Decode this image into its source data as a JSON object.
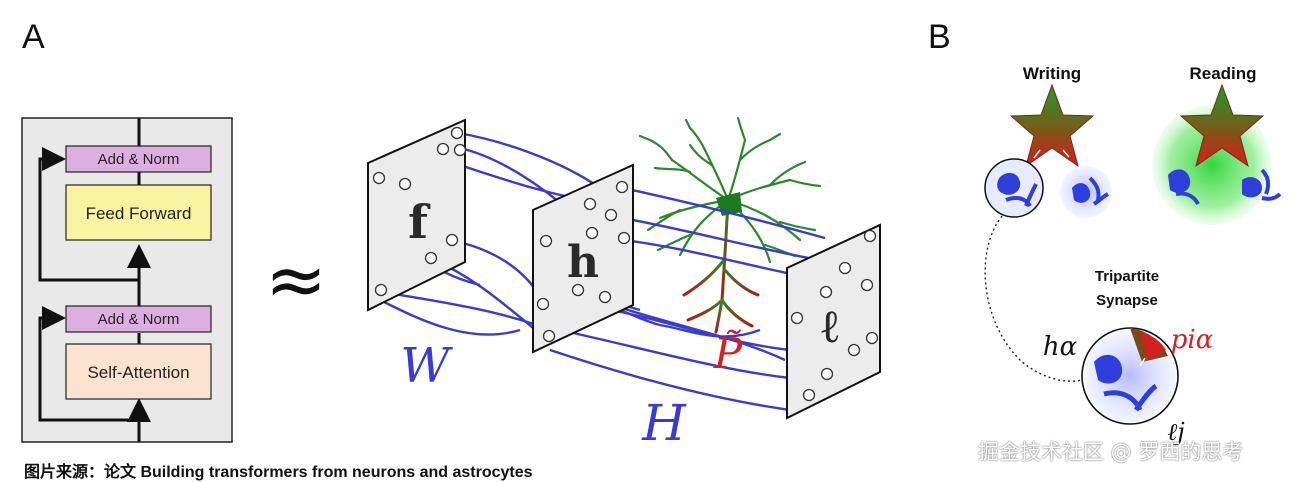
{
  "panel_a": {
    "letter": "A",
    "transformer": {
      "add_norm_top": "Add & Norm",
      "feed_forward": "Feed Forward",
      "add_norm_bottom": "Add & Norm",
      "self_attention": "Self-Attention"
    },
    "approx_symbol": "≈",
    "plane_labels": {
      "f": "f",
      "h": "h",
      "l": "ℓ"
    },
    "math_labels": {
      "W": "W",
      "H": "H",
      "P": "P̃"
    }
  },
  "panel_b": {
    "letter": "B",
    "writing": "Writing",
    "reading": "Reading",
    "tripartite_line1": "Tripartite",
    "tripartite_line2": "Synapse",
    "h_alpha": "hα",
    "p_i_alpha": "piα",
    "l_j": "ℓj"
  },
  "caption": "图片来源：论文 Building transformers from neurons and astrocytes",
  "watermark": "掘金技术社区 @ 罗西的思考",
  "colors": {
    "blue_wire": "#3a3ad6",
    "red": "#d42020",
    "green": "#2a8a2a",
    "ff_block": "#f7f3a0",
    "sa_block": "#fbe3d0",
    "norm_block": "#dcb0de",
    "frame_bg": "#e9e9e9"
  }
}
